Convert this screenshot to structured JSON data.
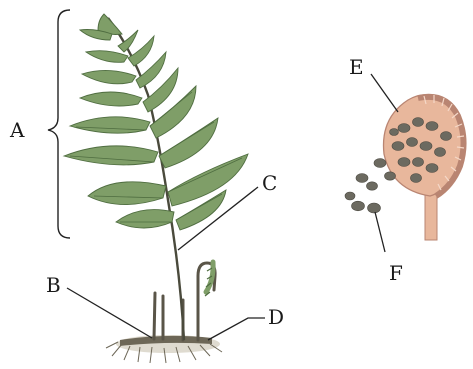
{
  "labels": {
    "a": "A",
    "b": "B",
    "c": "C",
    "d": "D",
    "e": "E",
    "f": "F"
  },
  "colors": {
    "frond": "#7f9e68",
    "frond_dark": "#4f6d40",
    "stem": "#4a4a3c",
    "rhizome": "#6d6757",
    "sporangium": "#e8b79c",
    "sporangium_edge": "#b98572",
    "spore": "#6c6a60",
    "line": "#222222"
  }
}
